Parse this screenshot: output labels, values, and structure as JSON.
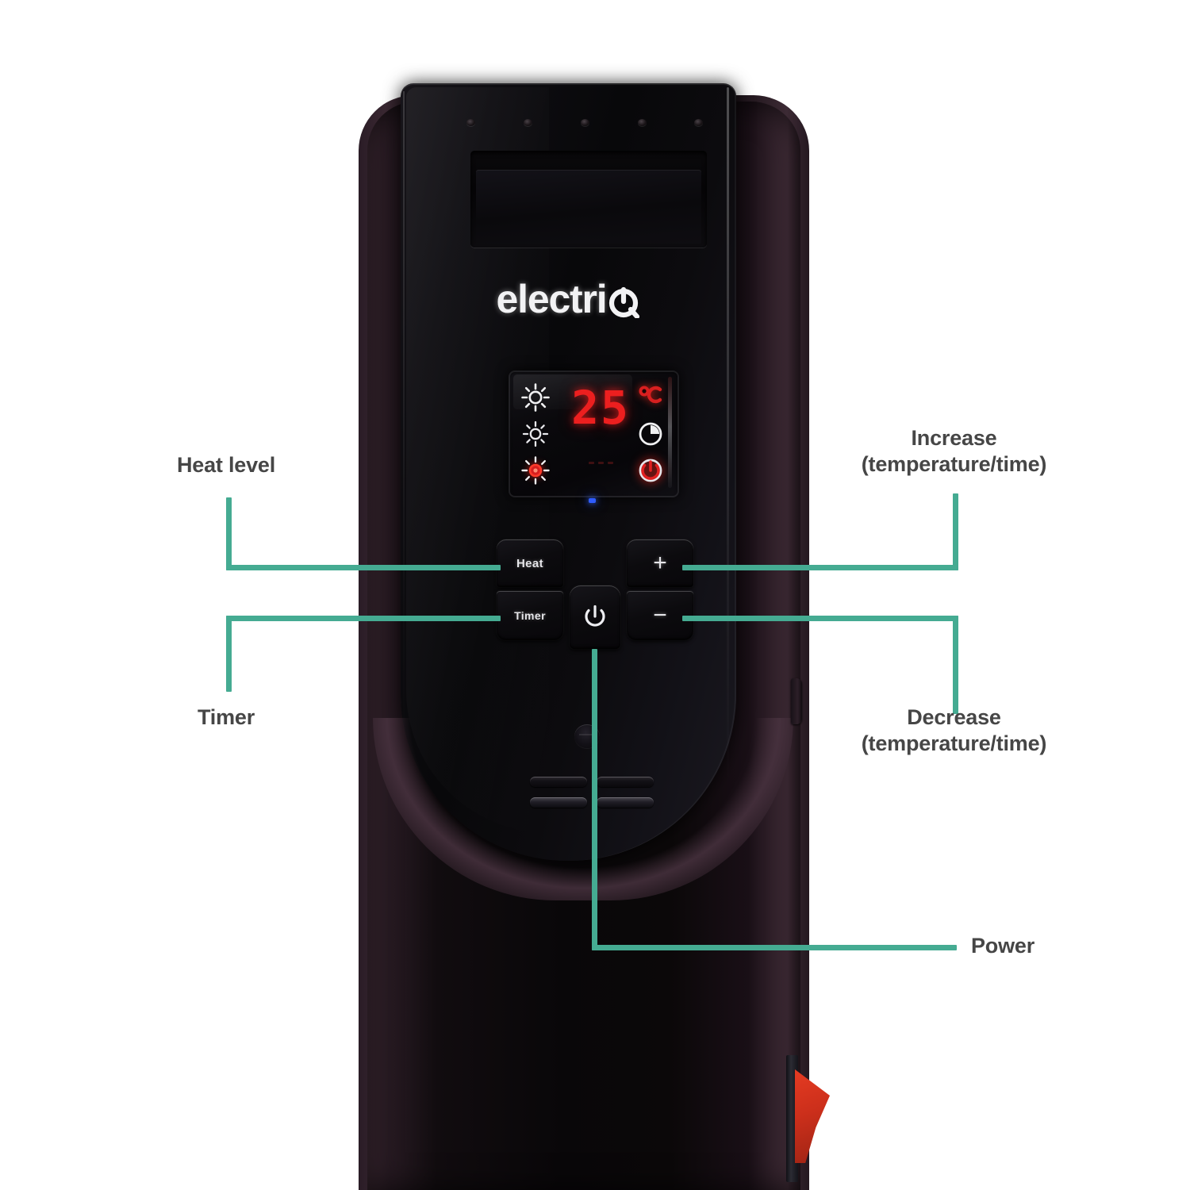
{
  "product": {
    "brand": "electriQ",
    "brand_text": "electri",
    "brand_q_icon": "power-q-logo-icon"
  },
  "display": {
    "value": "25",
    "unit_icon": "celsius-icon",
    "unit_label": "°C",
    "timer_icon": "clock-icon",
    "power_icon": "power-icon",
    "heat_levels": [
      {
        "name": "heat-level-low-icon",
        "state": "off"
      },
      {
        "name": "heat-level-medium-icon",
        "state": "off"
      },
      {
        "name": "heat-level-high-icon",
        "state": "on"
      }
    ],
    "indicator_led": "blue-standby-led",
    "colors": {
      "led_red": "#ec1f1f",
      "led_blue": "#2f5cff",
      "icon_white": "#f0f0f2"
    }
  },
  "buttons": {
    "heat": "Heat",
    "timer": "Timer",
    "plus": "+",
    "minus": "−",
    "power_icon": "power-button-icon"
  },
  "annotations": [
    {
      "id": "heat-level",
      "text": "Heat level"
    },
    {
      "id": "timer",
      "text": "Timer"
    },
    {
      "id": "increase",
      "text": "Increase\n(temperature/time)"
    },
    {
      "id": "decrease",
      "text": "Decrease\n(temperature/time)"
    },
    {
      "id": "power",
      "text": "Power"
    }
  ],
  "theme": {
    "background": "#ffffff",
    "connector": "#45ab92",
    "label_text": "#464646",
    "body_black": "#0a080a",
    "cable_red": "#d8331d"
  }
}
